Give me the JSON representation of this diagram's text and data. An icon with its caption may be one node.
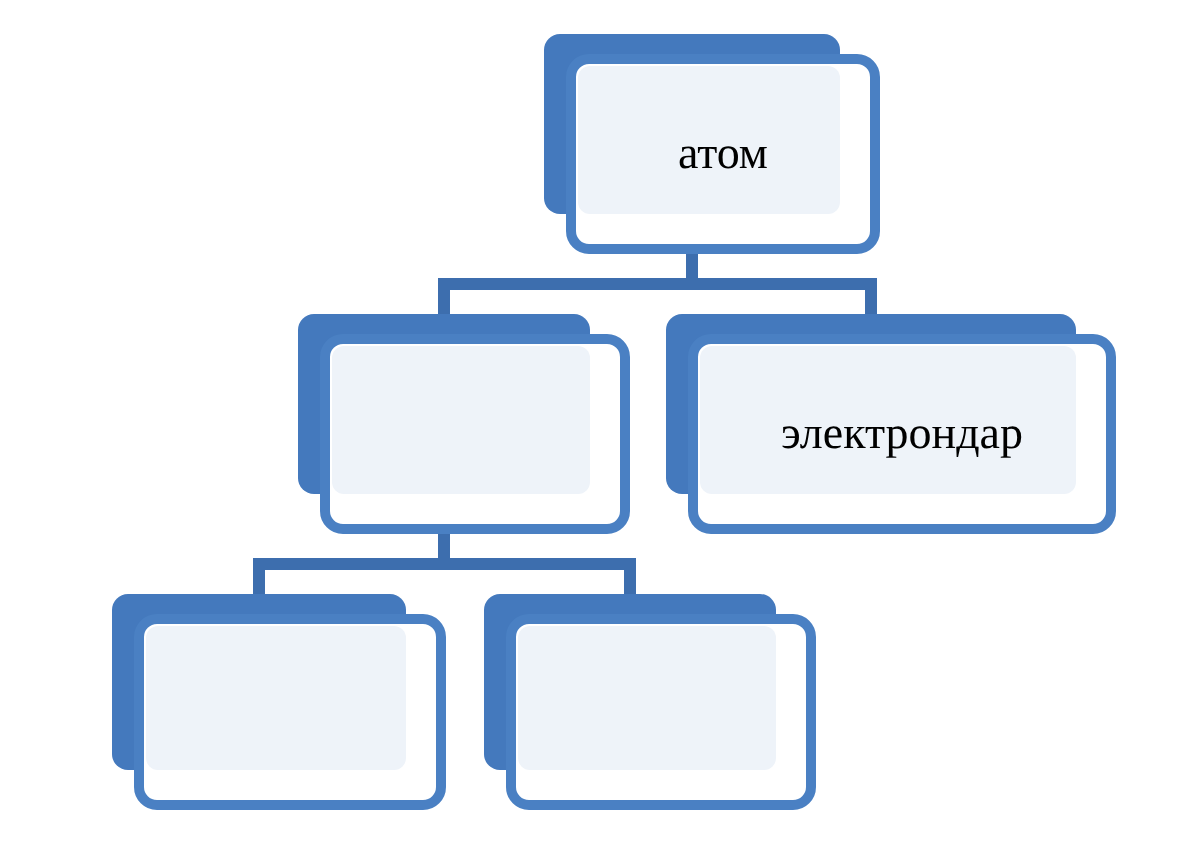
{
  "diagram": {
    "nodes": [
      {
        "text": [
          "атом"
        ]
      },
      {
        "text": [],
        "shape": "box"
      },
      {
        "text": [
          "электрондар"
        ]
      },
      {
        "text": [],
        "shape": "box"
      },
      {
        "text": [],
        "shape": "box"
      }
    ],
    "edges": [
      {
        "from": 0,
        "to": 1,
        "arrow": "none"
      },
      {
        "from": 0,
        "to": 2,
        "arrow": "none"
      },
      {
        "from": 1,
        "to": 3,
        "arrow": "none"
      },
      {
        "from": 1,
        "to": 4,
        "arrow": "none"
      }
    ]
  }
}
